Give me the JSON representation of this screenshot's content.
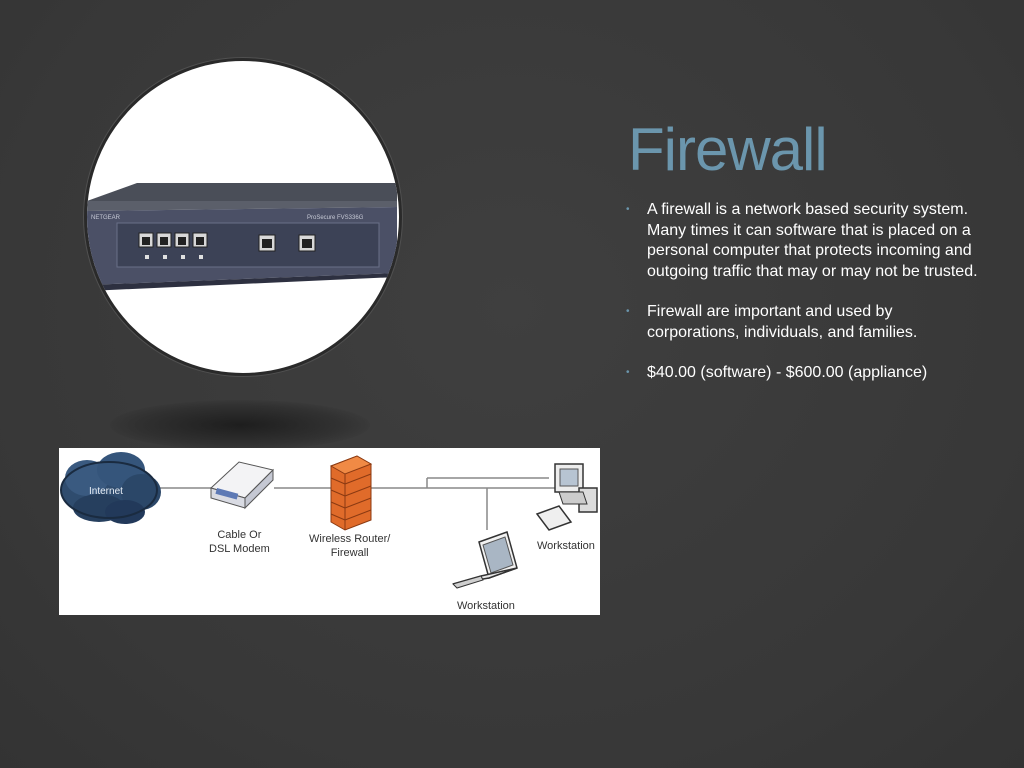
{
  "slide": {
    "title": "Firewall",
    "accent_color": "#6b96ad",
    "background_color": "#3a3a3a",
    "bullets": [
      "A  firewall is a network based security system. Many times it can software that is placed on a personal computer that protects incoming and outgoing traffic that may or may not be trusted.",
      "Firewall are important and used by corporations, individuals, and families.",
      "$40.00 (software) - $600.00  (appliance)"
    ],
    "bullet_glyph": "•"
  },
  "photo": {
    "subject": "firewall-appliance",
    "brand_text": "NETGEAR",
    "model_text": "ProSecure FVS336G"
  },
  "diagram": {
    "internet_label": "Internet",
    "modem_label": "Cable Or\nDSL Modem",
    "router_label": "Wireless Router/\nFirewall",
    "laptop_label": "Workstation",
    "desktop_label": "Workstation"
  }
}
